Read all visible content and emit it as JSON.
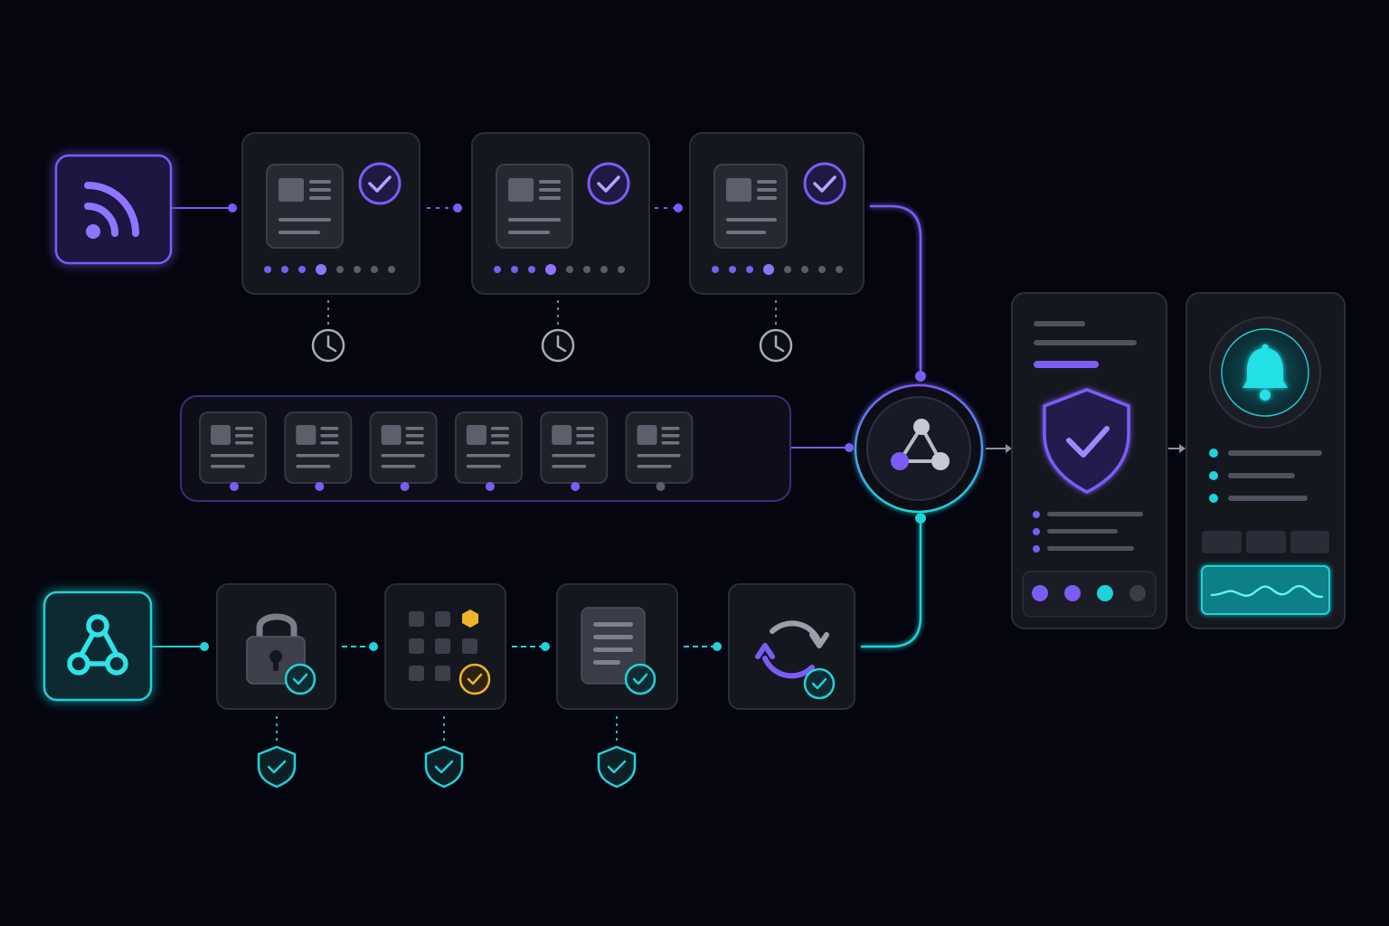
{
  "theme": {
    "background": "#04050f",
    "card_fill": "#15171f",
    "card_stroke": "#2b2e39",
    "purple": "#7b5cf5",
    "purple_light": "#8f74ff",
    "teal": "#1fd3d8",
    "amber": "#f0b429",
    "gray": "#5a5e6a",
    "gray_light": "#9aa0ac"
  },
  "icons": {
    "rss_source": "rss-feed-icon",
    "webhook_source": "webhook-icon",
    "hub": "share-nodes-icon",
    "clock": "clock-icon",
    "check": "check-circle-icon",
    "lock": "padlock-icon",
    "grid": "module-grid-icon",
    "document": "document-icon",
    "sync": "sync-arrows-icon",
    "shield": "shield-check-icon",
    "bell": "bell-icon",
    "waveform": "waveform-icon"
  },
  "top_pipeline": {
    "stage_count": 3,
    "stage_progress": [
      {
        "completed_dots": 4,
        "total_dots": 8
      },
      {
        "completed_dots": 4,
        "total_dots": 8
      },
      {
        "completed_dots": 4,
        "total_dots": 8
      }
    ]
  },
  "queue": {
    "item_count": 6,
    "active_items": 5
  },
  "bottom_pipeline": {
    "stages": [
      "padlock-icon",
      "module-grid-icon",
      "document-icon",
      "sync-arrows-icon"
    ],
    "verified_stages": 3
  },
  "review_panel": {
    "status_dots": [
      "#7b5cf5",
      "#7b5cf5",
      "#1fd3d8",
      "#3a3d48"
    ]
  },
  "alert_panel": {
    "bullet_count": 3
  }
}
